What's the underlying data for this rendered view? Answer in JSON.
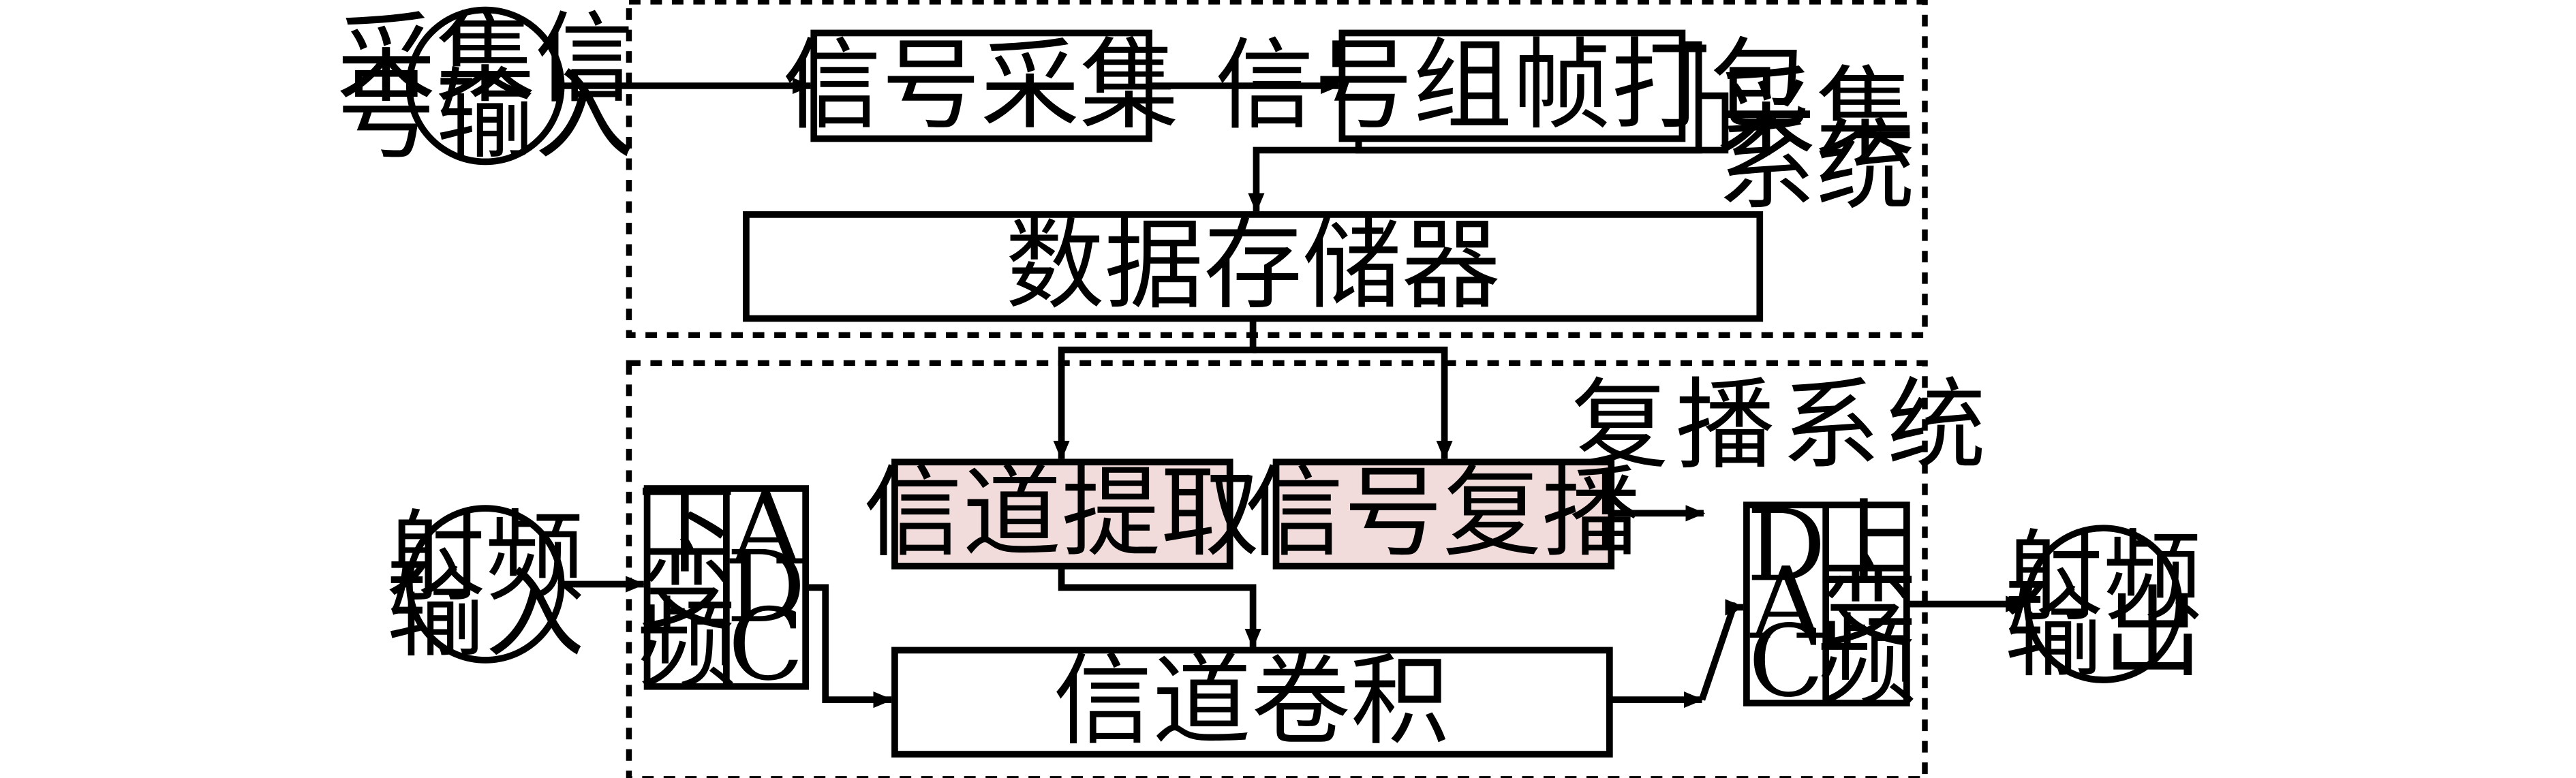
{
  "nodes": {
    "acq_input": [
      "采集信",
      "号输入"
    ],
    "signal_acq": "信号采集",
    "frame_pack": "信号组帧打包",
    "acq_system": [
      "采集",
      "系统"
    ],
    "data_storage": "数据存储器",
    "playback_system": "复播系统",
    "channel_extract": "信道提取",
    "signal_playback": "信号复播",
    "rf_input": [
      "射频",
      "输入"
    ],
    "down_conv": [
      "下",
      "变",
      "频"
    ],
    "adc": [
      "A",
      "D",
      "C"
    ],
    "channel_conv": "信道卷积",
    "dac": [
      "D",
      "A",
      "C"
    ],
    "up_conv": [
      "上",
      "变",
      "频"
    ],
    "rf_output": [
      "射频",
      "输出"
    ]
  },
  "colors": {
    "highlight_fill": "#f2dcdb",
    "stroke": "#000000",
    "background": "#ffffff"
  }
}
